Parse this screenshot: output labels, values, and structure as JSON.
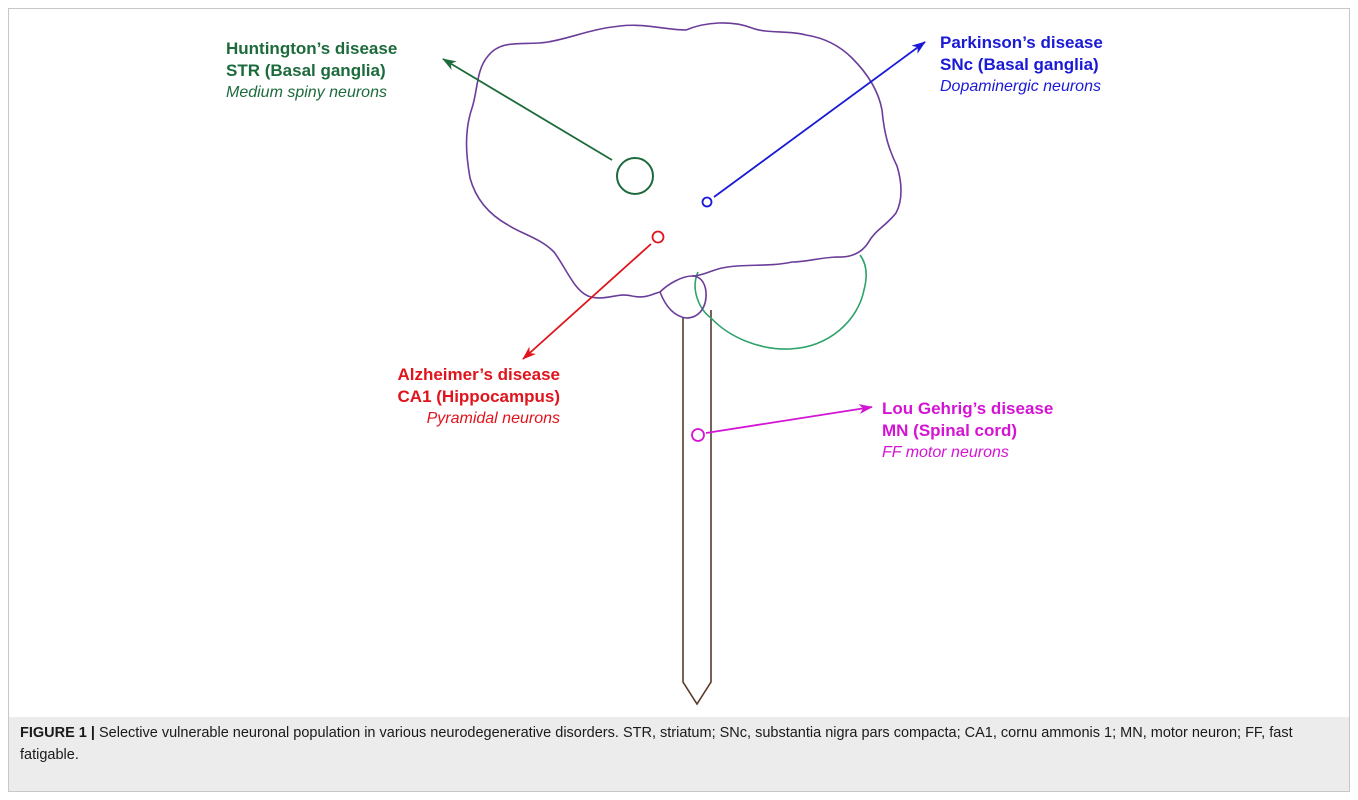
{
  "colors": {
    "huntington": "#1d6b3c",
    "parkinson": "#1a1ad6",
    "alzheimer": "#e0141c",
    "gehrig": "#d414d4",
    "brain_outline": "#6b3d9a",
    "cerebellum_outline": "#2ea36a",
    "spinal_cord": "#5a3a28"
  },
  "labels": [
    {
      "id": "huntington",
      "line1": "Huntington’s disease",
      "line2": "STR (Basal ganglia)",
      "line3": "Medium spiny neurons"
    },
    {
      "id": "parkinson",
      "line1": "Parkinson’s disease",
      "line2": "SNc (Basal ganglia)",
      "line3": "Dopaminergic neurons"
    },
    {
      "id": "alzheimer",
      "line1": "Alzheimer’s disease",
      "line2": "CA1 (Hippocampus)",
      "line3": "Pyramidal neurons"
    },
    {
      "id": "gehrig",
      "line1": "Lou Gehrig’s disease",
      "line2": "MN (Spinal cord)",
      "line3": "FF motor neurons"
    }
  ],
  "caption": {
    "figure_label": "FIGURE 1 |",
    "text": " Selective vulnerable neuronal population in various neurodegenerative disorders. STR, striatum; SNc, substantia nigra pars compacta; CA1, cornu ammonis 1; MN, motor neuron; FF, fast fatigable."
  }
}
